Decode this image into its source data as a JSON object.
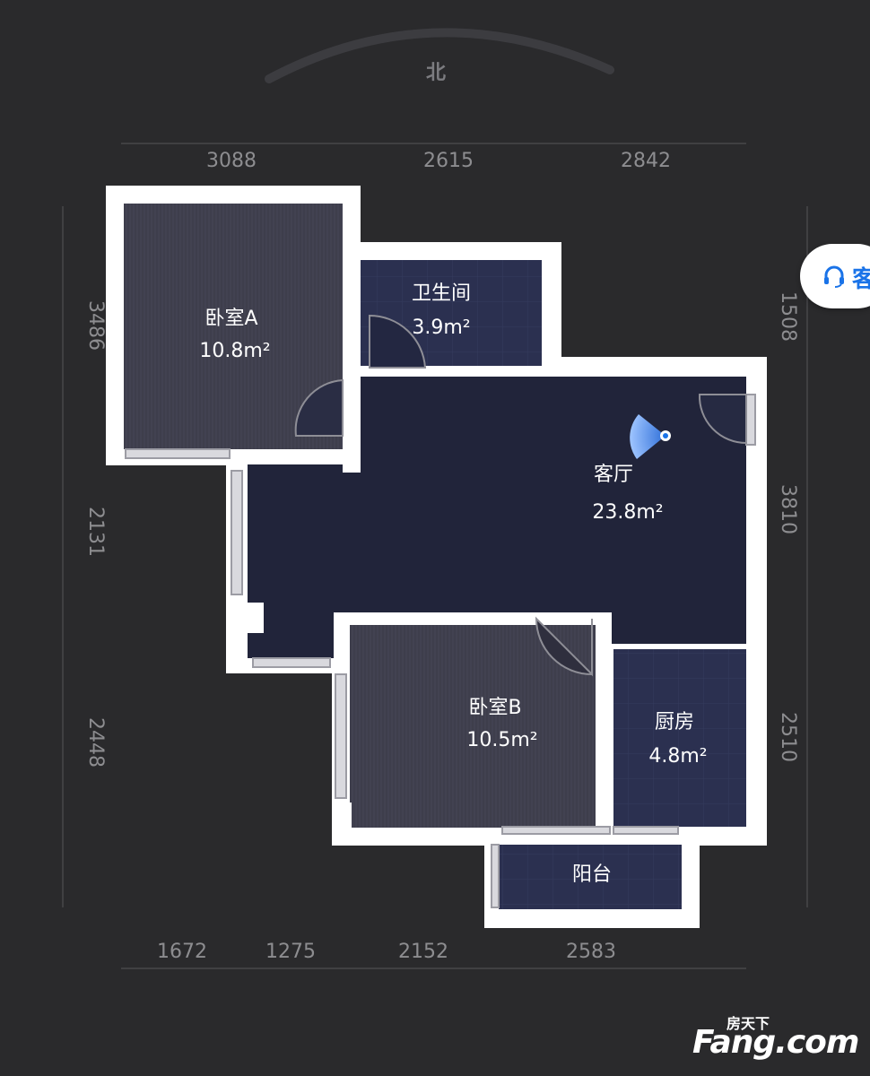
{
  "compass": {
    "north_label": "北"
  },
  "dimensions": {
    "top": [
      "3088",
      "2615",
      "2842"
    ],
    "bottom": [
      "1672",
      "1275",
      "2152",
      "2583"
    ],
    "left": [
      "3486",
      "2131",
      "2448"
    ],
    "right": [
      "1508",
      "3810",
      "2510"
    ]
  },
  "rooms": {
    "bedroom_a": {
      "name": "卧室A",
      "area": "10.8m²"
    },
    "bathroom": {
      "name": "卫生间",
      "area": "3.9m²"
    },
    "living_room": {
      "name": "客厅",
      "area": "23.8m²"
    },
    "bedroom_b": {
      "name": "卧室B",
      "area": "10.5m²"
    },
    "kitchen": {
      "name": "厨房",
      "area": "4.8m²"
    },
    "balcony": {
      "name": "阳台"
    }
  },
  "support_button": {
    "label": "客",
    "icon": "headset-icon"
  },
  "watermark": {
    "cn": "房天下",
    "en": "Fang.com"
  },
  "colors": {
    "background": "#2a2a2c",
    "wall": "#ffffff",
    "bedroom_floor": "#3e3e4c",
    "floor": "#21243a",
    "tile_floor": "#2b3050",
    "accent": "#1a73e8"
  }
}
